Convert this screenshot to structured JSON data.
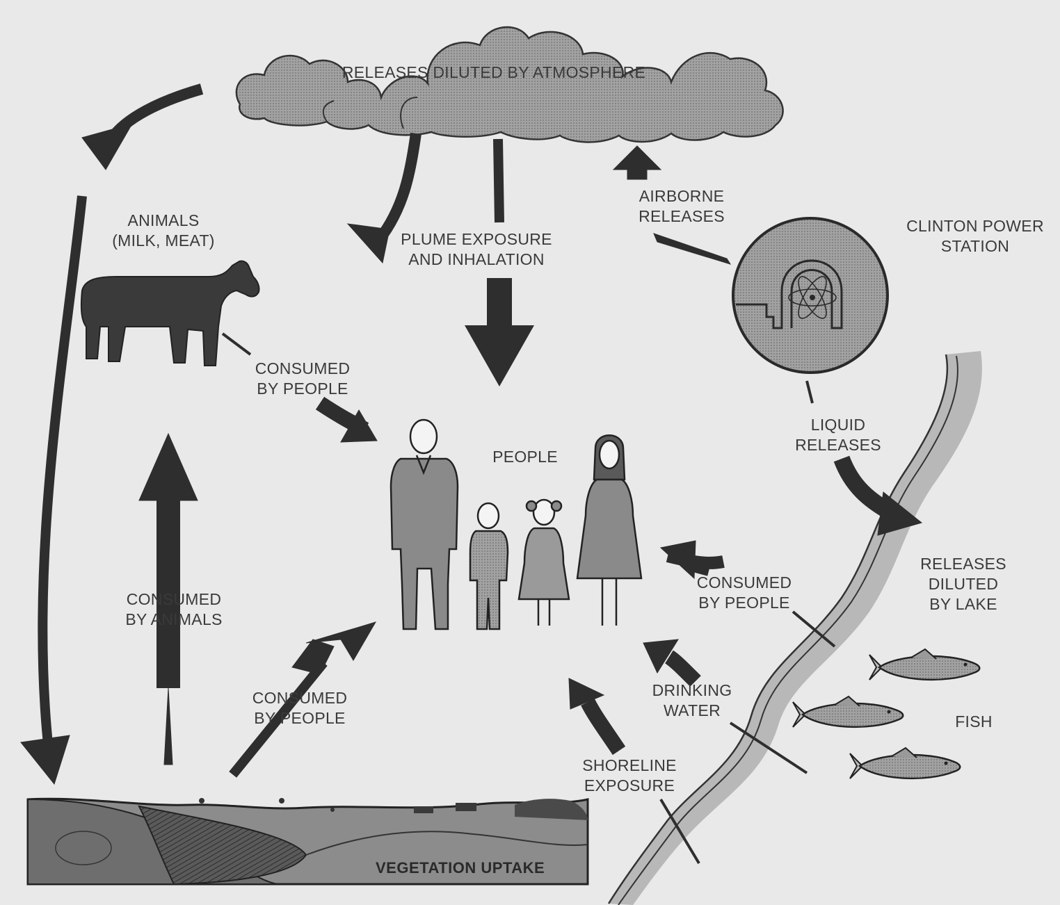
{
  "labels": {
    "atmosphere": "RELEASES DILUTED BY ATMOSPHERE",
    "animals": "ANIMALS\n(MILK, MEAT)",
    "plume": "PLUME EXPOSURE\nAND INHALATION",
    "airborne": "AIRBORNE\nRELEASES",
    "station": "CLINTON POWER\nSTATION",
    "consumed_people_top": "CONSUMED\nBY PEOPLE",
    "people": "PEOPLE",
    "liquid": "LIQUID\nRELEASES",
    "consumed_animals": "CONSUMED\nBY ANIMALS",
    "consumed_people_fish": "CONSUMED\nBY PEOPLE",
    "lake": "RELEASES\nDILUTED\nBY LAKE",
    "consumed_people_veg": "CONSUMED\nBY PEOPLE",
    "drinking": "DRINKING\nWATER",
    "fish": "FISH",
    "shoreline": "SHORELINE\nEXPOSURE",
    "vegetation": "VEGETATION UPTAKE"
  },
  "colors": {
    "background": "#e9e9e9",
    "arrow": "#2e2e2e",
    "cloud_fill": "#e2e2e2",
    "figure_fill": "#8a8a8a",
    "water": "#b8b8b8",
    "ground": "#7a7a7a"
  }
}
